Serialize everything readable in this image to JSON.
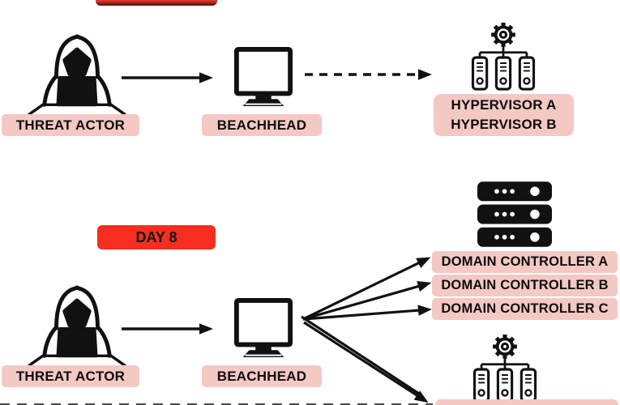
{
  "colors": {
    "label_pink": "#f4c8c3",
    "badge_red": "#f62d20",
    "icon_black": "#111111",
    "arrow_black": "#111111"
  },
  "day1_section": {
    "threat_actor_label": "THREAT ACTOR",
    "beachhead_label": "BEACHHEAD",
    "hypervisors": [
      "HYPERVISOR A",
      "HYPERVISOR B"
    ]
  },
  "day8_section": {
    "badge_label": "DAY 8",
    "threat_actor_label": "THREAT ACTOR",
    "beachhead_label": "BEACHHEAD",
    "domain_controllers": [
      "DOMAIN CONTROLLER A",
      "DOMAIN CONTROLLER B",
      "DOMAIN CONTROLLER C"
    ]
  }
}
